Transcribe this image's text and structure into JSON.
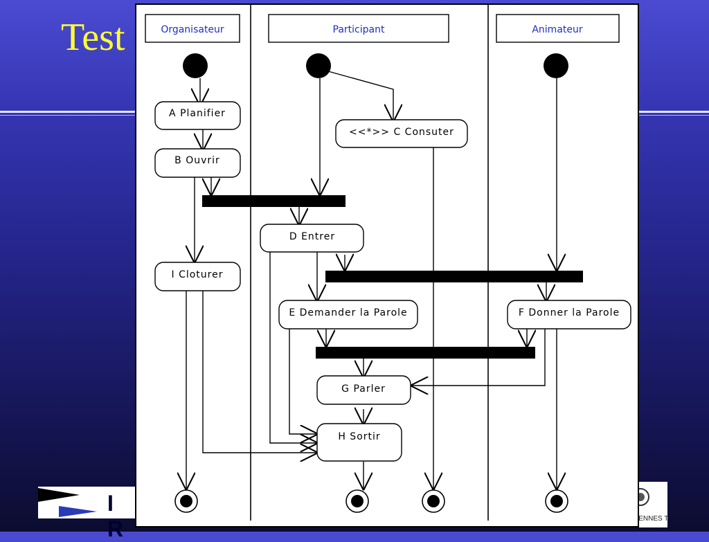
{
  "slide": {
    "title": "Test",
    "logo_left_text": "I R",
    "logo_right_text": "RENNES T"
  },
  "diagram": {
    "swimlanes": [
      {
        "id": "org",
        "label": "Organisateur"
      },
      {
        "id": "part",
        "label": "Participant"
      },
      {
        "id": "anim",
        "label": "Animateur"
      }
    ],
    "activities": [
      {
        "id": "A",
        "label": "A  Planifier"
      },
      {
        "id": "B",
        "label": "B  Ouvrir"
      },
      {
        "id": "C",
        "label": "<<*>> C  Consuter"
      },
      {
        "id": "D",
        "label": "D  Entrer"
      },
      {
        "id": "I",
        "label": "I  Cloturer"
      },
      {
        "id": "E",
        "label": "E  Demander la Parole"
      },
      {
        "id": "F",
        "label": "F  Donner la Parole"
      },
      {
        "id": "G",
        "label": "G  Parler"
      },
      {
        "id": "H",
        "label": "H  Sortir"
      }
    ],
    "colors": {
      "lane_label": "#1f2fbf",
      "title": "#ffff33"
    }
  }
}
